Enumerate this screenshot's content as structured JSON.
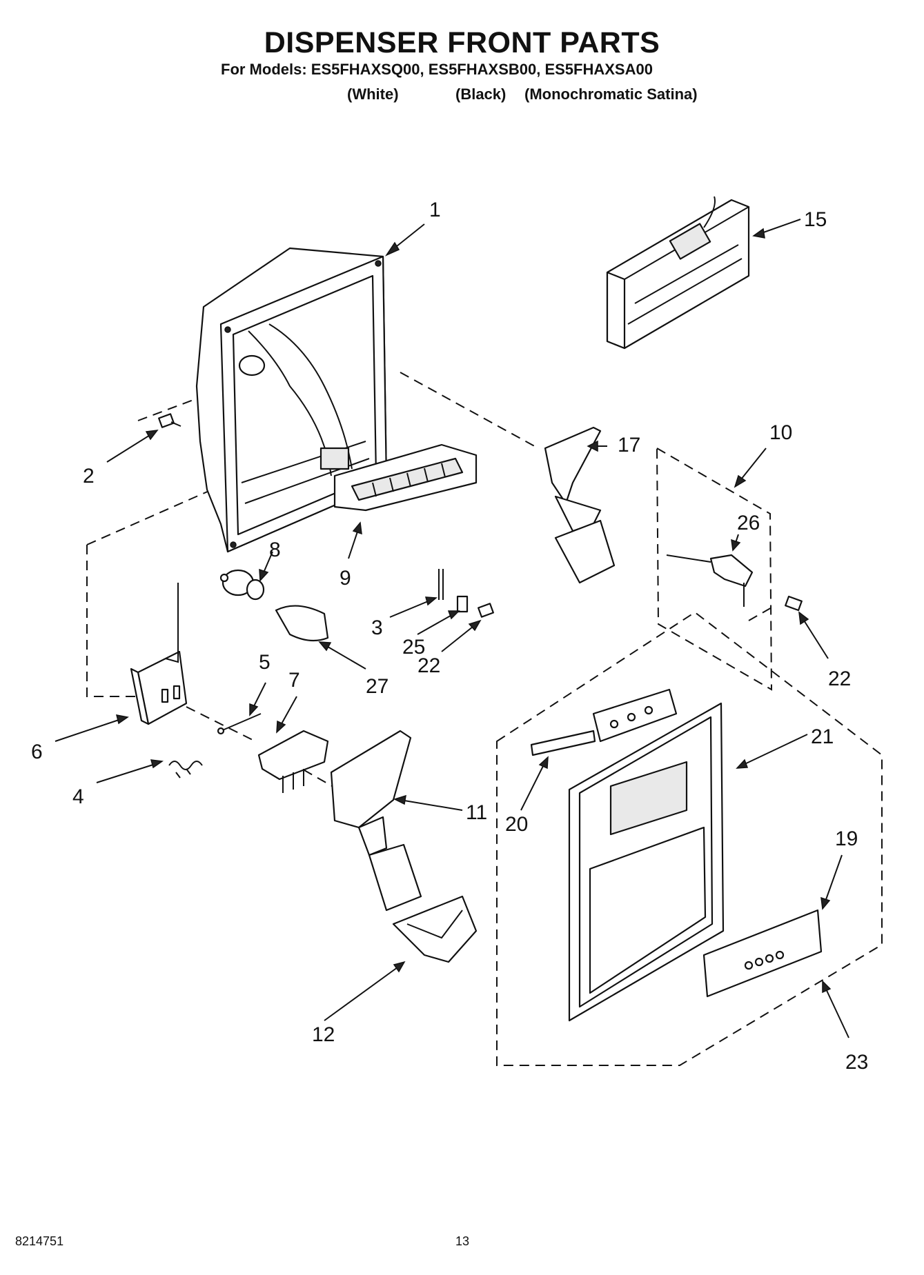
{
  "header": {
    "title": "DISPENSER FRONT PARTS",
    "models_line": "For Models: ES5FHAXSQ00, ES5FHAXSB00, ES5FHAXSA00",
    "variants": [
      "(White)",
      "(Black)",
      "(Monochromatic Satina)"
    ]
  },
  "callouts": [
    "1",
    "2",
    "3",
    "4",
    "5",
    "6",
    "7",
    "8",
    "9",
    "10",
    "11",
    "12",
    "15",
    "17",
    "19",
    "20",
    "21",
    "22",
    "22",
    "23",
    "25",
    "26",
    "27"
  ],
  "footer": {
    "doc_number": "8214751",
    "page_number": "13"
  }
}
